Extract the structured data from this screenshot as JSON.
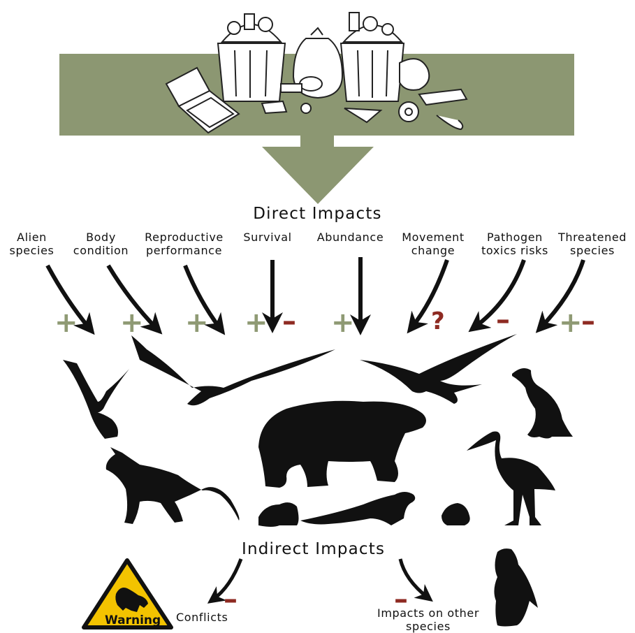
{
  "colors": {
    "banner": "#8c9772",
    "plus": "#8f9a74",
    "minus": "#8e2a22",
    "warning_fill": "#f3c300",
    "silhouette": "#111111"
  },
  "direct_impacts": {
    "title": "Direct Impacts",
    "categories": [
      {
        "line1": "Alien",
        "line2": "species",
        "signs": [
          "+"
        ]
      },
      {
        "line1": "Body",
        "line2": "condition",
        "signs": [
          "+"
        ]
      },
      {
        "line1": "Reproductive",
        "line2": "performance",
        "signs": [
          "+"
        ]
      },
      {
        "line1": "Survival",
        "line2": "",
        "signs": [
          "+",
          "–"
        ]
      },
      {
        "line1": "Abundance",
        "line2": "",
        "signs": [
          "+"
        ]
      },
      {
        "line1": "Movement",
        "line2": "change",
        "signs": [
          "?"
        ]
      },
      {
        "line1": "Pathogen",
        "line2": "toxics risks",
        "signs": [
          "–"
        ]
      },
      {
        "line1": "Threatened",
        "line2": "species",
        "signs": [
          "+",
          "–"
        ]
      }
    ]
  },
  "indirect_impacts": {
    "title": "Indirect Impacts",
    "conflicts": {
      "label": "Conflicts",
      "sign": "–"
    },
    "other_species": {
      "line1": "Impacts on other",
      "line2": "species",
      "sign": "–"
    }
  },
  "warning_sign": {
    "text": "Warning",
    "icon": "dog-icon"
  },
  "icons": [
    "garbage-can-icon",
    "trash-bag-icon",
    "pizza-box-icon",
    "eagle-icon",
    "condor-icon",
    "gull-icon",
    "vulture-icon",
    "fox-icon",
    "bear-icon",
    "frog-icon",
    "otter-icon",
    "mouse-icon",
    "stork-icon",
    "penguin-icon"
  ]
}
